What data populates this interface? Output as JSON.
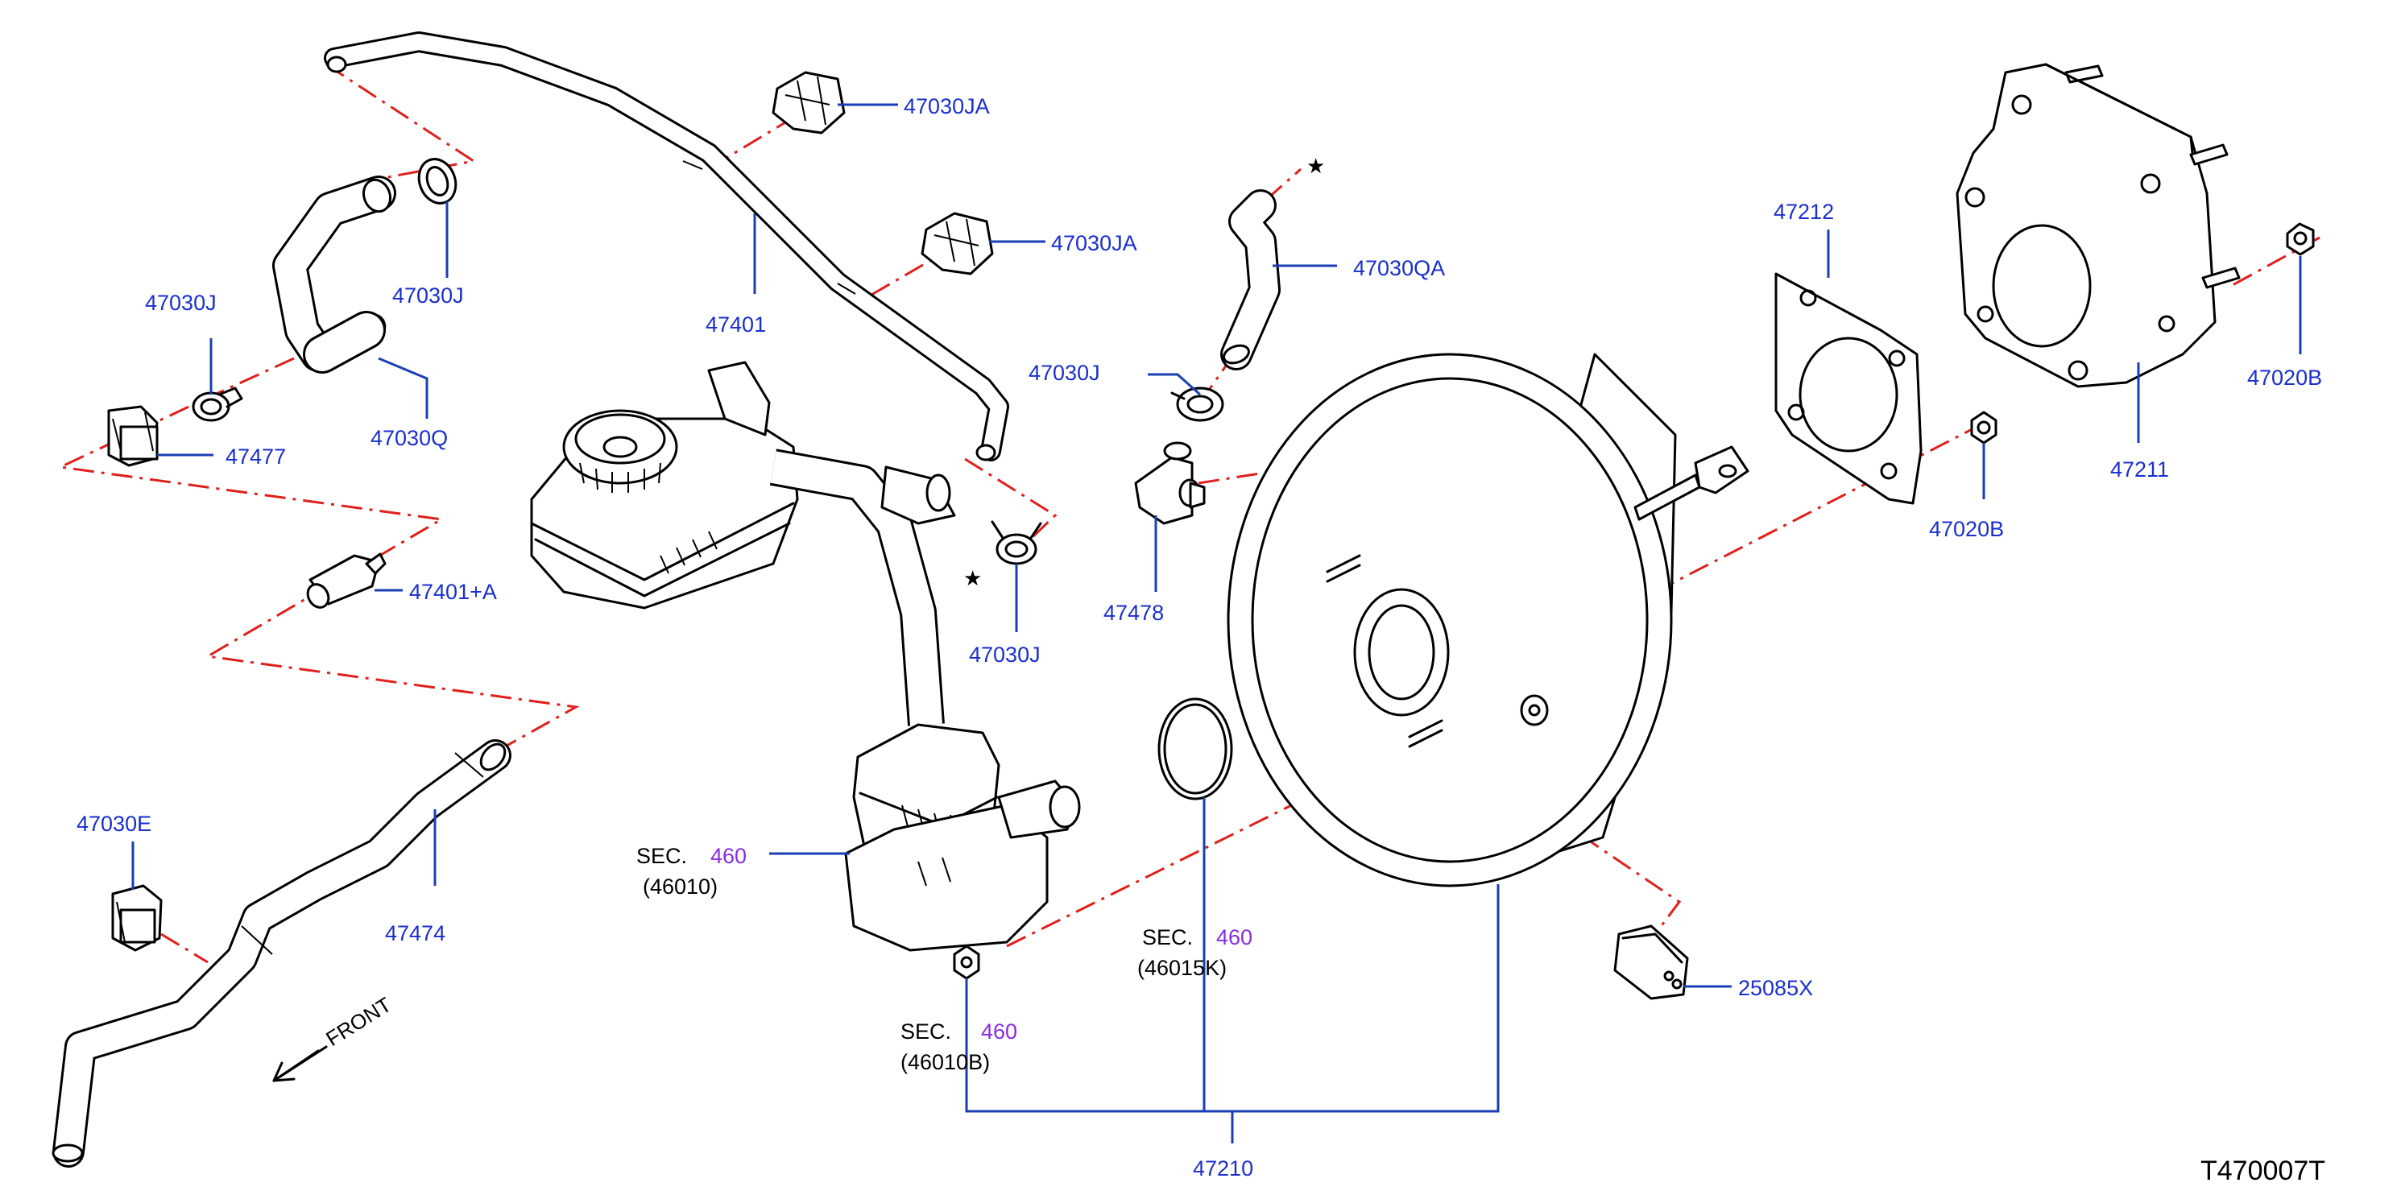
{
  "labels": {
    "p47030JA_a": "47030JA",
    "p47030JA_b": "47030JA",
    "p47030J_a": "47030J",
    "p47030J_b": "47030J",
    "p47030J_c": "47030J",
    "p47030J_d": "47030J",
    "p47401": "47401",
    "p47030Q": "47030Q",
    "p47477": "47477",
    "p47401A": "47401+A",
    "p47030E": "47030E",
    "p47474": "47474",
    "p47030QA": "47030QA",
    "p47478": "47478",
    "p47212": "47212",
    "p47211": "47211",
    "p47020B_a": "47020B",
    "p47020B_b": "47020B",
    "p25085X": "25085X",
    "p47210": "47210"
  },
  "sections": {
    "sec_word": "SEC.",
    "s1_num": "460",
    "s1_code": "(46010)",
    "s2_num": "460",
    "s2_code": "(46015K)",
    "s3_num": "460",
    "s3_code": "(46010B)"
  },
  "markers": {
    "front": "FRONT",
    "star": "★"
  },
  "diagram_code": "T470007T",
  "colors": {
    "label_blue": "#1a2fd0",
    "leader_blue": "#1a3fb5",
    "section_purple": "#8a2be2",
    "dash_red": "#e0201c",
    "outline": "#000000"
  }
}
